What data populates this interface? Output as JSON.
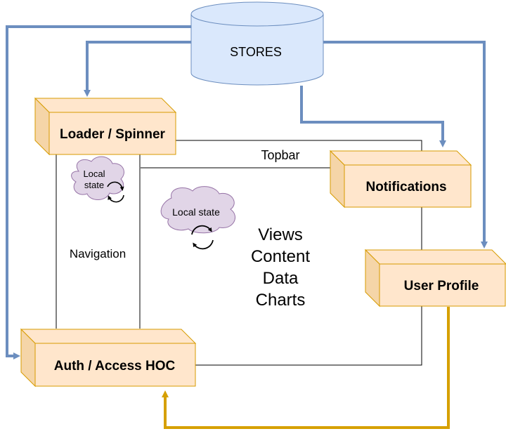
{
  "diagram": {
    "stores": "STORES",
    "loader": "Loader / Spinner",
    "notifications": "Notifications",
    "user_profile": "User Profile",
    "auth": "Auth / Access HOC",
    "topbar": "Topbar",
    "navigation": "Navigation",
    "local_state_small_line1": "Local",
    "local_state_small_line2": "state",
    "local_state_large": "Local state",
    "content_lines": [
      "Views",
      "Content",
      "Data",
      "Charts"
    ]
  },
  "colors": {
    "blue_arrow": "#6c8ebf",
    "gold_arrow": "#d6a000",
    "stores_fill": "#dae8fc",
    "box_fill": "#ffe6cc",
    "box_stroke": "#d79b00",
    "cloud_fill": "#e1d5e7",
    "cloud_stroke": "#9673a6"
  },
  "icons": [
    "refresh-icon",
    "refresh-icon"
  ]
}
